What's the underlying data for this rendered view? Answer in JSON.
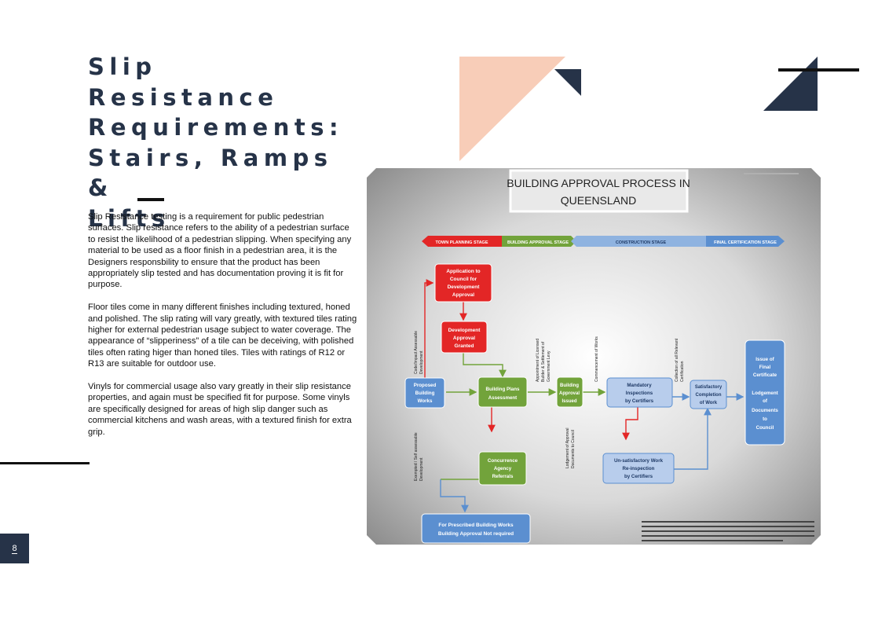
{
  "page": {
    "title_lines": [
      "Slip Resistance",
      "Requirements:",
      "Stairs, Ramps &",
      "Lifts"
    ],
    "paragraphs": [
      "Slip Resistance testing is a requirement for public pedestrian surfaces. Slip resistance refers to the ability of a pedestrian surface to resist the likelihood of a pedestrian slipping. When specifying any material to be used as a floor finish in a pedestrian area, it is the Designers responsbility to ensure that the product has been appropriately slip tested and has documentation proving it is fit for purpose.",
      "Floor tiles come in many different finishes including textured, honed and polished. The slip rating will vary greatly, with textured tiles rating higher for external pedestrian usage subject to water coverage. The appearance of “slipperiness” of a tile can be deceiving, with polished tiles often rating higer than honed tiles. Tiles with ratings of R12 or R13 are suitable for outdoor use.",
      "Vinyls for commercial usage also vary greatly in their slip resistance properties, and again must be specified fit for purpose. Some vinyls are specifically designed for areas of high slip danger such as commercial kitchens and wash areas, with a textured finish for extra grip."
    ],
    "page_number": "8",
    "colors": {
      "navy": "#263348",
      "peach": "#f8cdb8"
    }
  },
  "flowchart": {
    "title_lines": [
      "BUILDING APPROVAL PROCESS IN",
      "QUEENSLAND"
    ],
    "stages": [
      "TOWN PLANNING STAGE",
      "BUILDING APPROVAL STAGE",
      "CONSTRUCTION STAGE",
      "FINAL CERTIFICATION STAGE"
    ],
    "boxes": {
      "application": [
        "Application to",
        "Council for",
        "Development",
        "Approval"
      ],
      "dev_granted": [
        "Development",
        "Approval",
        "Granted"
      ],
      "proposed": [
        "Proposed",
        "Building",
        "Works"
      ],
      "plans": [
        "Building Plans",
        "Assessment"
      ],
      "concurrence": [
        "Concurrence",
        "Agency",
        "Referrals"
      ],
      "approval_issued": [
        "Building",
        "Approval",
        "Issued"
      ],
      "mandatory": [
        "Mandatory",
        "Inspections",
        "by Certifiers"
      ],
      "unsatisfactory": [
        "Un-satisfactory Work",
        "Re-inspection",
        "by Certifiers"
      ],
      "satisfactory": [
        "Satisfactory",
        "Completion",
        "of Work"
      ],
      "final": [
        "Issue of",
        "Final",
        "Certificate",
        "",
        "Lodgement",
        "of",
        "Documents",
        "to",
        "Council"
      ],
      "prescribed": [
        "For Prescribed Building Works",
        "Building Approval Not required"
      ]
    },
    "vertical_labels": {
      "code_assessable": [
        "Code/Impact Assessable",
        "Development"
      ],
      "exempted": [
        "Exempted / Self assessable",
        "Development"
      ],
      "appointment": [
        "Appointment of Licensed",
        "Builder & Settlement of",
        "Government Levy"
      ],
      "lodgement_approval": [
        "Lodgement of Approval",
        "Documents to Council"
      ],
      "commencement": [
        "Commencement of Works"
      ],
      "collection": [
        "Collection of all Relevant",
        "Certification"
      ]
    },
    "stage_colors": {
      "town": "#e32626",
      "approval": "#72a33b",
      "construction": "#8fb3e0",
      "final": "#5b8fd0"
    }
  }
}
